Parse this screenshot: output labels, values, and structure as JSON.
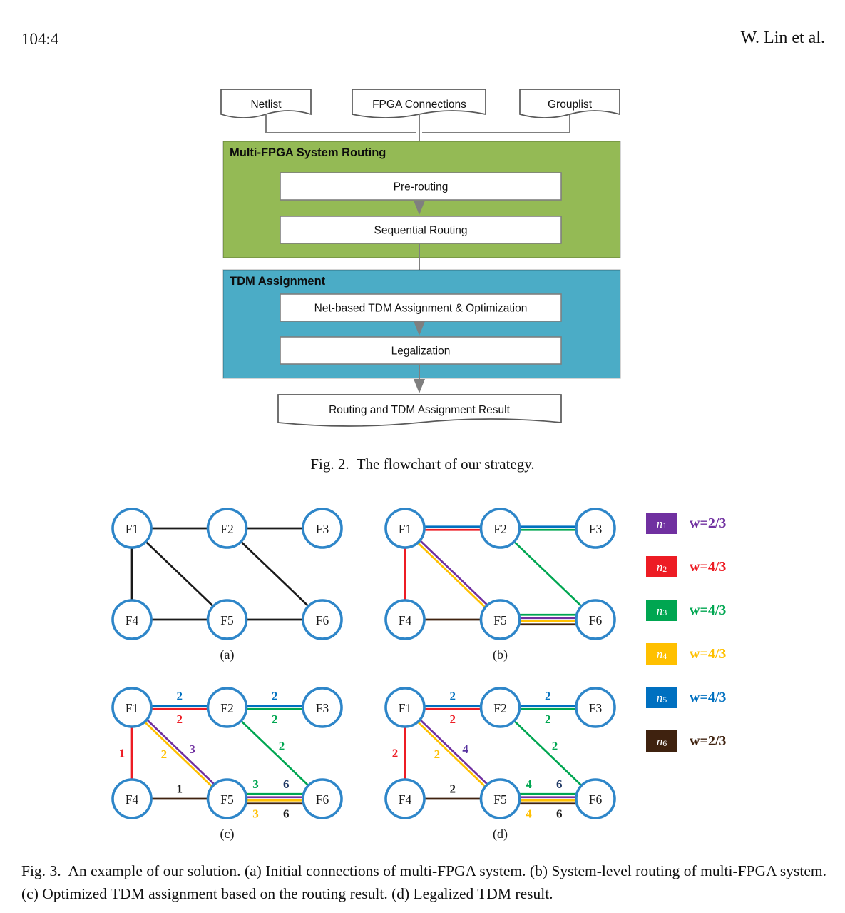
{
  "header": {
    "page_number": "104:4",
    "authors": "W. Lin et al."
  },
  "fig2": {
    "inputs": [
      {
        "label": "Netlist"
      },
      {
        "label": "FPGA Connections"
      },
      {
        "label": "Grouplist"
      }
    ],
    "blocks": [
      {
        "title": "Multi-FPGA System Routing",
        "color": "#94ba55",
        "steps": [
          "Pre-routing",
          "Sequential Routing"
        ]
      },
      {
        "title": "TDM Assignment",
        "color": "#4bacc6",
        "steps": [
          "Net-based TDM Assignment & Optimization",
          "Legalization"
        ]
      }
    ],
    "output": {
      "label": "Routing and TDM Assignment Result"
    },
    "caption": "Fig. 2.  The flowchart of our strategy."
  },
  "fig3": {
    "caption": "Fig. 3.  An example of our solution. (a) Initial connections of multi-FPGA system. (b) System-level routing of multi-FPGA system. (c) Optimized TDM assignment based on the routing result. (d) Legalized TDM result.",
    "node_color": "#2e86c9",
    "nodes": [
      "F1",
      "F2",
      "F3",
      "F4",
      "F5",
      "F6"
    ],
    "legend": [
      {
        "name": "n",
        "sub": "1",
        "color": "#7030a0",
        "weight": "w=2/3"
      },
      {
        "name": "n",
        "sub": "2",
        "color": "#ed1c24",
        "weight": "w=4/3"
      },
      {
        "name": "n",
        "sub": "3",
        "color": "#00a651",
        "weight": "w=4/3"
      },
      {
        "name": "n",
        "sub": "4",
        "color": "#ffc000",
        "weight": "w=4/3"
      },
      {
        "name": "n",
        "sub": "5",
        "color": "#0070c0",
        "weight": "w=4/3"
      },
      {
        "name": "n",
        "sub": "6",
        "color": "#3f220f",
        "weight": "w=2/3"
      }
    ],
    "graphs": [
      {
        "label": "(a)",
        "edges": [
          {
            "from": "F1",
            "to": "F2",
            "strands": [
              {
                "color": "#1a1a1a"
              }
            ]
          },
          {
            "from": "F2",
            "to": "F3",
            "strands": [
              {
                "color": "#1a1a1a"
              }
            ]
          },
          {
            "from": "F1",
            "to": "F4",
            "strands": [
              {
                "color": "#1a1a1a"
              }
            ]
          },
          {
            "from": "F1",
            "to": "F5",
            "strands": [
              {
                "color": "#1a1a1a"
              }
            ]
          },
          {
            "from": "F2",
            "to": "F6",
            "strands": [
              {
                "color": "#1a1a1a"
              }
            ]
          },
          {
            "from": "F4",
            "to": "F5",
            "strands": [
              {
                "color": "#1a1a1a"
              }
            ]
          },
          {
            "from": "F5",
            "to": "F6",
            "strands": [
              {
                "color": "#1a1a1a"
              }
            ]
          }
        ]
      },
      {
        "label": "(b)",
        "edges": [
          {
            "from": "F1",
            "to": "F2",
            "strands": [
              {
                "color": "#0070c0"
              },
              {
                "color": "#ed1c24"
              }
            ]
          },
          {
            "from": "F2",
            "to": "F3",
            "strands": [
              {
                "color": "#0070c0"
              },
              {
                "color": "#00a651"
              }
            ]
          },
          {
            "from": "F1",
            "to": "F4",
            "strands": [
              {
                "color": "#ed1c24"
              }
            ]
          },
          {
            "from": "F1",
            "to": "F5",
            "strands": [
              {
                "color": "#7030a0"
              },
              {
                "color": "#ffc000"
              }
            ]
          },
          {
            "from": "F2",
            "to": "F6",
            "strands": [
              {
                "color": "#00a651"
              }
            ]
          },
          {
            "from": "F4",
            "to": "F5",
            "strands": [
              {
                "color": "#3f220f"
              }
            ]
          },
          {
            "from": "F5",
            "to": "F6",
            "strands": [
              {
                "color": "#00a651"
              },
              {
                "color": "#7030a0"
              },
              {
                "color": "#ffc000"
              },
              {
                "color": "#3f220f"
              }
            ]
          }
        ]
      },
      {
        "label": "(c)",
        "edges": [
          {
            "from": "F1",
            "to": "F2",
            "strands": [
              {
                "color": "#0070c0",
                "label": {
                  "text": "2",
                  "color": "#0070c0",
                  "t": 0.5,
                  "side": 1
                }
              },
              {
                "color": "#ed1c24",
                "label": {
                  "text": "2",
                  "color": "#ed1c24",
                  "t": 0.5,
                  "side": -1
                }
              }
            ]
          },
          {
            "from": "F2",
            "to": "F3",
            "strands": [
              {
                "color": "#0070c0",
                "label": {
                  "text": "2",
                  "color": "#0070c0",
                  "t": 0.5,
                  "side": 1
                }
              },
              {
                "color": "#00a651",
                "label": {
                  "text": "2",
                  "color": "#00a651",
                  "t": 0.5,
                  "side": -1
                }
              }
            ]
          },
          {
            "from": "F1",
            "to": "F4",
            "strands": [
              {
                "color": "#ed1c24",
                "label": {
                  "text": "1",
                  "color": "#ed1c24",
                  "t": 0.5,
                  "side": -1
                }
              }
            ]
          },
          {
            "from": "F1",
            "to": "F5",
            "strands": [
              {
                "color": "#7030a0",
                "label": {
                  "text": "3",
                  "color": "#7030a0",
                  "t": 0.55,
                  "side": 1
                }
              },
              {
                "color": "#ffc000",
                "label": {
                  "text": "2",
                  "color": "#ffc000",
                  "t": 0.42,
                  "side": -1
                }
              }
            ]
          },
          {
            "from": "F2",
            "to": "F6",
            "strands": [
              {
                "color": "#00a651",
                "label": {
                  "text": "2",
                  "color": "#00a651",
                  "t": 0.5,
                  "side": 1
                }
              }
            ]
          },
          {
            "from": "F4",
            "to": "F5",
            "strands": [
              {
                "color": "#3f220f",
                "label": {
                  "text": "1",
                  "color": "#1a1a1a",
                  "t": 0.5,
                  "side": 1
                }
              }
            ]
          },
          {
            "from": "F5",
            "to": "F6",
            "strands": [
              {
                "color": "#00a651",
                "label": {
                  "text": "3",
                  "color": "#00a651",
                  "t": 0.3,
                  "side": 1
                }
              },
              {
                "color": "#7030a0",
                "label": {
                  "text": "6",
                  "color": "#1f3864",
                  "t": 0.62,
                  "side": 1
                }
              },
              {
                "color": "#ffc000",
                "label": {
                  "text": "3",
                  "color": "#ffc000",
                  "t": 0.3,
                  "side": -1
                }
              },
              {
                "color": "#3f220f",
                "label": {
                  "text": "6",
                  "color": "#1a1a1a",
                  "t": 0.62,
                  "side": -1
                }
              }
            ]
          }
        ]
      },
      {
        "label": "(d)",
        "edges": [
          {
            "from": "F1",
            "to": "F2",
            "strands": [
              {
                "color": "#0070c0",
                "label": {
                  "text": "2",
                  "color": "#0070c0",
                  "t": 0.5,
                  "side": 1
                }
              },
              {
                "color": "#ed1c24",
                "label": {
                  "text": "2",
                  "color": "#ed1c24",
                  "t": 0.5,
                  "side": -1
                }
              }
            ]
          },
          {
            "from": "F2",
            "to": "F3",
            "strands": [
              {
                "color": "#0070c0",
                "label": {
                  "text": "2",
                  "color": "#0070c0",
                  "t": 0.5,
                  "side": 1
                }
              },
              {
                "color": "#00a651",
                "label": {
                  "text": "2",
                  "color": "#00a651",
                  "t": 0.5,
                  "side": -1
                }
              }
            ]
          },
          {
            "from": "F1",
            "to": "F4",
            "strands": [
              {
                "color": "#ed1c24",
                "label": {
                  "text": "2",
                  "color": "#ed1c24",
                  "t": 0.5,
                  "side": -1
                }
              }
            ]
          },
          {
            "from": "F1",
            "to": "F5",
            "strands": [
              {
                "color": "#7030a0",
                "label": {
                  "text": "4",
                  "color": "#55309d",
                  "t": 0.55,
                  "side": 1
                }
              },
              {
                "color": "#ffc000",
                "label": {
                  "text": "2",
                  "color": "#ffc000",
                  "t": 0.42,
                  "side": -1
                }
              }
            ]
          },
          {
            "from": "F2",
            "to": "F6",
            "strands": [
              {
                "color": "#00a651",
                "label": {
                  "text": "2",
                  "color": "#00a651",
                  "t": 0.5,
                  "side": 1
                }
              }
            ]
          },
          {
            "from": "F4",
            "to": "F5",
            "strands": [
              {
                "color": "#3f220f",
                "label": {
                  "text": "2",
                  "color": "#1a1a1a",
                  "t": 0.5,
                  "side": 1
                }
              }
            ]
          },
          {
            "from": "F5",
            "to": "F6",
            "strands": [
              {
                "color": "#00a651",
                "label": {
                  "text": "4",
                  "color": "#00a651",
                  "t": 0.3,
                  "side": 1
                }
              },
              {
                "color": "#7030a0",
                "label": {
                  "text": "6",
                  "color": "#1f3864",
                  "t": 0.62,
                  "side": 1
                }
              },
              {
                "color": "#ffc000",
                "label": {
                  "text": "4",
                  "color": "#ffc000",
                  "t": 0.3,
                  "side": -1
                }
              },
              {
                "color": "#3f220f",
                "label": {
                  "text": "6",
                  "color": "#1a1a1a",
                  "t": 0.62,
                  "side": -1
                }
              }
            ]
          }
        ]
      }
    ]
  }
}
